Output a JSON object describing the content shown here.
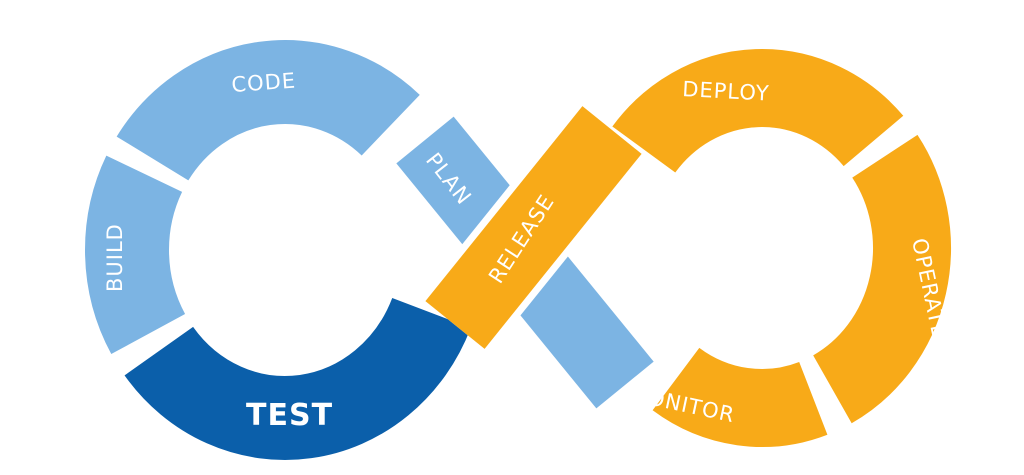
{
  "colors": {
    "light_blue": "#7cb4e3",
    "dark_blue": "#0b5faa",
    "orange": "#f8aa18"
  },
  "stages": {
    "plan": "PLAN",
    "code": "CODE",
    "build": "BUILD",
    "test": "TEST",
    "release": "RELEASE",
    "deploy": "DEPLOY",
    "operate": "OPERATE",
    "monitor": "MONITOR"
  }
}
